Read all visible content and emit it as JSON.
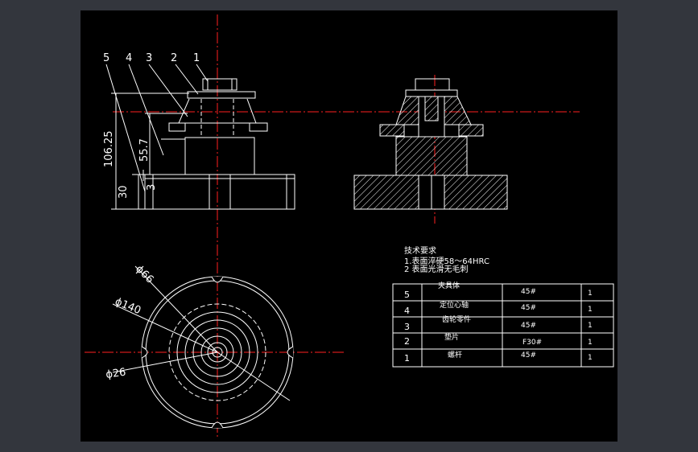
{
  "drawing": {
    "balloons": [
      "5",
      "4",
      "3",
      "2",
      "1"
    ],
    "dimensions": {
      "overall_height": "106.25",
      "mid_height": "55.7",
      "small_height": "3",
      "base_height": "30",
      "dia_66": "ϕ66",
      "dia_140": "ϕ140",
      "dia_26": "ϕ26"
    },
    "notes": {
      "title": "技术要求",
      "line1": "1.表面淬硬58～64HRC",
      "line2": "2 表面光滑无毛刺"
    },
    "parts_table": {
      "rows": [
        {
          "no": "5",
          "name": "夹具体",
          "material": "45#",
          "qty": "1"
        },
        {
          "no": "4",
          "name": "定位心轴",
          "material": "45#",
          "qty": "1"
        },
        {
          "no": "3",
          "name": "齿轮零件",
          "material": "45#",
          "qty": "1"
        },
        {
          "no": "2",
          "name": "垫片",
          "material": "F30#",
          "qty": "1"
        },
        {
          "no": "1",
          "name": "螺杆",
          "material": "45#",
          "qty": "1"
        }
      ]
    }
  },
  "colors": {
    "background": "#33363d",
    "canvas": "#000000",
    "line": "#ffffff",
    "centerline": "#ff2020"
  }
}
